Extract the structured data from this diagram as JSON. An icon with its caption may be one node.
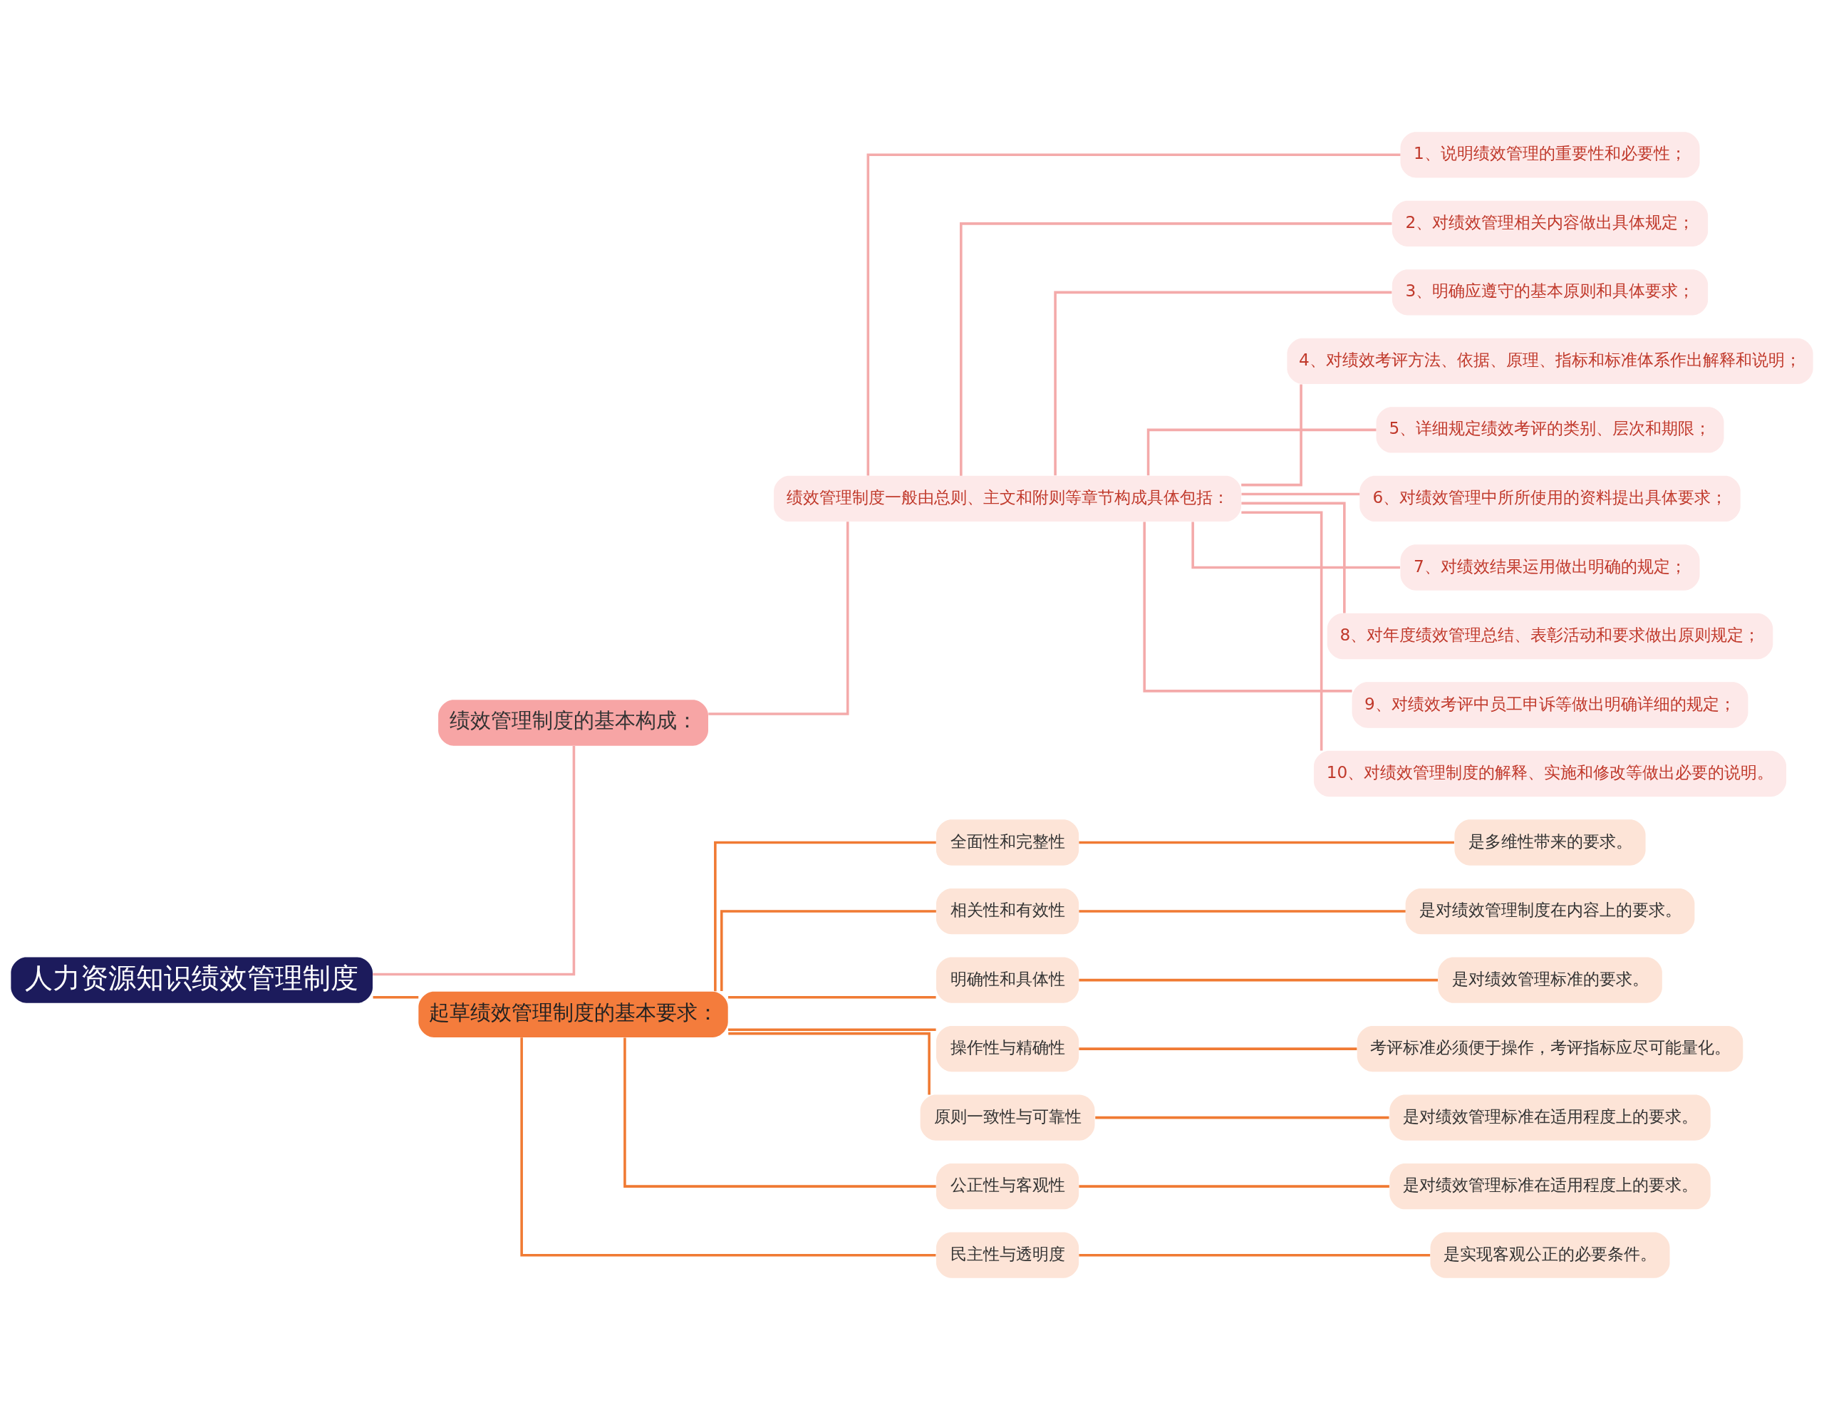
{
  "diagram": {
    "nodes": [
      {
        "text": [
          "人力资源知识绩效管理制度"
        ]
      },
      {
        "text": [
          "绩效管理制度的基本构成："
        ]
      },
      {
        "text": [
          "绩效管理制度一般由总则、主文和附则等章节构成具体包括："
        ]
      },
      {
        "text": [
          "1、说明绩效管理的重要性和必要性；"
        ]
      },
      {
        "text": [
          "2、对绩效管理相关内容做出具体规定；"
        ]
      },
      {
        "text": [
          "3、明确应遵守的基本原则和具体要求；"
        ]
      },
      {
        "text": [
          "4、对绩效考评方法、依据、原理、指标和标准体系作出解释和说明；"
        ]
      },
      {
        "text": [
          "5、详细规定绩效考评的类别、层次和期限；"
        ]
      },
      {
        "text": [
          "6、对绩效管理中所所使用的资料提出具体要求；"
        ]
      },
      {
        "text": [
          "7、对绩效结果运用做出明确的规定；"
        ]
      },
      {
        "text": [
          "8、对年度绩效管理总结、表彰活动和要求做出原则规定；"
        ]
      },
      {
        "text": [
          "9、对绩效考评中员工申诉等做出明确详细的规定；"
        ]
      },
      {
        "text": [
          "10、对绩效管理制度的解释、实施和修改等做出必要的说明。"
        ]
      },
      {
        "text": [
          "起草绩效管理制度的基本要求："
        ]
      },
      {
        "text": [
          "全面性和完整性"
        ]
      },
      {
        "text": [
          "是多维性带来的要求。"
        ]
      },
      {
        "text": [
          "相关性和有效性"
        ]
      },
      {
        "text": [
          "是对绩效管理制度在内容上的要求。"
        ]
      },
      {
        "text": [
          "明确性和具体性"
        ]
      },
      {
        "text": [
          "是对绩效管理标准的要求。"
        ]
      },
      {
        "text": [
          "操作性与精确性"
        ]
      },
      {
        "text": [
          "考评标准必须便于操作，考评指标应尽可能量化。"
        ]
      },
      {
        "text": [
          "原则一致性与可靠性"
        ]
      },
      {
        "text": [
          "是对绩效管理标准在适用程度上的要求。"
        ]
      },
      {
        "text": [
          "公正性与客观性"
        ]
      },
      {
        "text": [
          "是对绩效管理标准在适用程度上的要求。"
        ]
      },
      {
        "text": [
          "民主性与透明度"
        ]
      },
      {
        "text": [
          "是实现客观公正的必要条件。"
        ]
      }
    ],
    "edges": [
      {
        "from": 0,
        "to": 1,
        "arrow": "none",
        "color": "#f4aaaa"
      },
      {
        "from": 1,
        "to": 2,
        "arrow": "none",
        "color": "#f4aaaa"
      },
      {
        "from": 2,
        "to": 3,
        "arrow": "none",
        "color": "#f4aaaa"
      },
      {
        "from": 2,
        "to": 4,
        "arrow": "none",
        "color": "#f4aaaa"
      },
      {
        "from": 2,
        "to": 5,
        "arrow": "none",
        "color": "#f4aaaa"
      },
      {
        "from": 2,
        "to": 6,
        "arrow": "none",
        "color": "#f4aaaa"
      },
      {
        "from": 2,
        "to": 7,
        "arrow": "none",
        "color": "#f4aaaa"
      },
      {
        "from": 2,
        "to": 8,
        "arrow": "none",
        "color": "#f4aaaa"
      },
      {
        "from": 2,
        "to": 9,
        "arrow": "none",
        "color": "#f4aaaa"
      },
      {
        "from": 2,
        "to": 10,
        "arrow": "none",
        "color": "#f4aaaa"
      },
      {
        "from": 2,
        "to": 11,
        "arrow": "none",
        "color": "#f4aaaa"
      },
      {
        "from": 2,
        "to": 12,
        "arrow": "none",
        "color": "#f4aaaa"
      },
      {
        "from": 0,
        "to": 13,
        "arrow": "none"
      },
      {
        "from": 13,
        "to": 14,
        "arrow": "none"
      },
      {
        "from": 14,
        "to": 15,
        "arrow": "none"
      },
      {
        "from": 13,
        "to": 16,
        "arrow": "none"
      },
      {
        "from": 16,
        "to": 17,
        "arrow": "none"
      },
      {
        "from": 13,
        "to": 18,
        "arrow": "none"
      },
      {
        "from": 18,
        "to": 19,
        "arrow": "none"
      },
      {
        "from": 13,
        "to": 20,
        "arrow": "none"
      },
      {
        "from": 20,
        "to": 21,
        "arrow": "none"
      },
      {
        "from": 13,
        "to": 22,
        "arrow": "none"
      },
      {
        "from": 22,
        "to": 23,
        "arrow": "none"
      },
      {
        "from": 13,
        "to": 24,
        "arrow": "none"
      },
      {
        "from": 24,
        "to": 25,
        "arrow": "none"
      },
      {
        "from": 13,
        "to": 26,
        "arrow": "none"
      },
      {
        "from": 26,
        "to": 27,
        "arrow": "none"
      }
    ]
  }
}
